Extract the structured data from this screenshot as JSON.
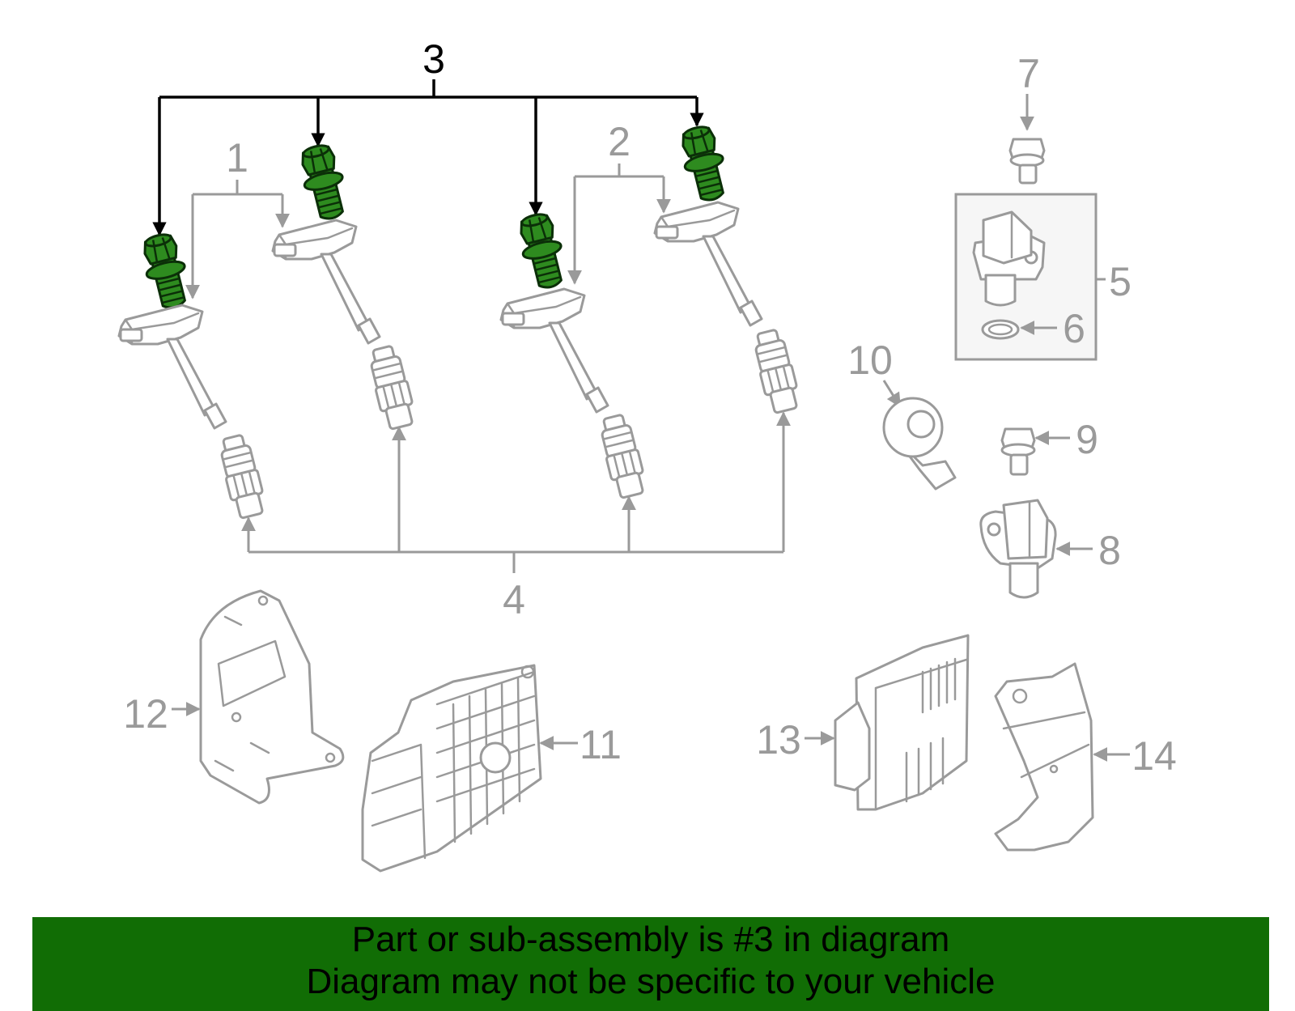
{
  "callouts": {
    "c1": "1",
    "c2": "2",
    "c3": "3",
    "c4": "4",
    "c5": "5",
    "c6": "6",
    "c7": "7",
    "c8": "8",
    "c9": "9",
    "c10": "10",
    "c11": "11",
    "c12": "12",
    "c13": "13",
    "c14": "14"
  },
  "highlight": {
    "part": "3",
    "color": "#2e8b1f"
  },
  "banner": {
    "line1": "Part or sub-assembly is #3 in diagram",
    "line2": "Diagram may not be specific to your vehicle",
    "background": "#116d05"
  }
}
